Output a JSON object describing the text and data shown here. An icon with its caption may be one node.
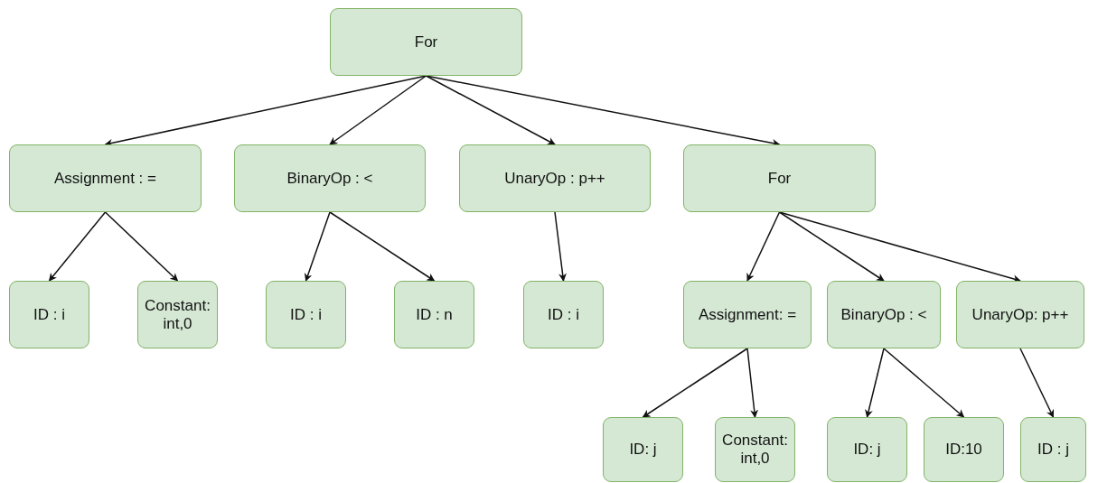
{
  "diagram": {
    "nodes": [
      {
        "text": [
          "For"
        ]
      },
      {
        "text": [
          "Assignment : ="
        ]
      },
      {
        "text": [
          "BinaryOp : <"
        ]
      },
      {
        "text": [
          "UnaryOp : p++"
        ]
      },
      {
        "text": [
          "For"
        ]
      },
      {
        "text": [
          "ID : i"
        ]
      },
      {
        "text": [
          "Constant: int,0"
        ]
      },
      {
        "text": [
          "ID : i"
        ]
      },
      {
        "text": [
          "ID : n"
        ]
      },
      {
        "text": [
          "ID : i"
        ]
      },
      {
        "text": [
          "Assignment: ="
        ]
      },
      {
        "text": [
          "BinaryOp : <"
        ]
      },
      {
        "text": [
          "UnaryOp: p++"
        ]
      },
      {
        "text": [
          "ID: j"
        ]
      },
      {
        "text": [
          "Constant: int,0"
        ]
      },
      {
        "text": [
          "ID: j"
        ]
      },
      {
        "text": [
          "ID:10"
        ]
      },
      {
        "text": [
          "ID : j"
        ]
      }
    ],
    "edges": [
      {
        "from": 0,
        "to": 1,
        "arrow": "to"
      },
      {
        "from": 0,
        "to": 2,
        "arrow": "to"
      },
      {
        "from": 0,
        "to": 3,
        "arrow": "to"
      },
      {
        "from": 0,
        "to": 4,
        "arrow": "to"
      },
      {
        "from": 1,
        "to": 5,
        "arrow": "to"
      },
      {
        "from": 1,
        "to": 6,
        "arrow": "to"
      },
      {
        "from": 2,
        "to": 7,
        "arrow": "to"
      },
      {
        "from": 2,
        "to": 8,
        "arrow": "to"
      },
      {
        "from": 3,
        "to": 9,
        "arrow": "to"
      },
      {
        "from": 4,
        "to": 10,
        "arrow": "to"
      },
      {
        "from": 4,
        "to": 11,
        "arrow": "to"
      },
      {
        "from": 4,
        "to": 12,
        "arrow": "to"
      },
      {
        "from": 10,
        "to": 13,
        "arrow": "to"
      },
      {
        "from": 10,
        "to": 14,
        "arrow": "to"
      },
      {
        "from": 11,
        "to": 15,
        "arrow": "to"
      },
      {
        "from": 11,
        "to": 16,
        "arrow": "to"
      },
      {
        "from": 12,
        "to": 17,
        "arrow": "to"
      }
    ]
  }
}
